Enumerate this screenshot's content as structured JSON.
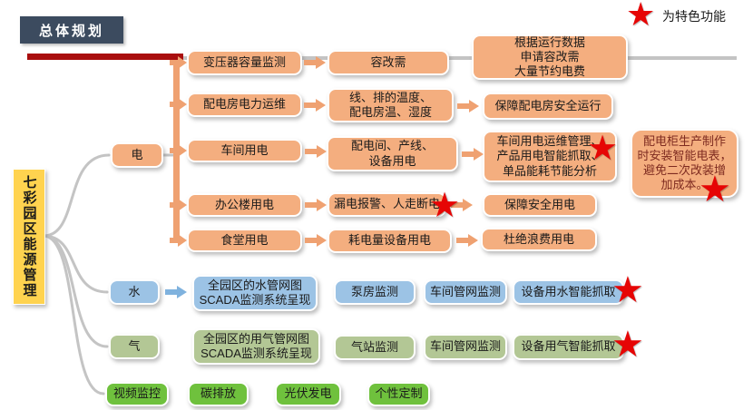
{
  "header": {
    "title": "总体规划"
  },
  "legend": {
    "label": "为特色功能"
  },
  "icons": {
    "star": "★"
  },
  "root": {
    "label": "七彩园区能源管理"
  },
  "branches": {
    "electric": {
      "label": "电",
      "rows": [
        {
          "c1": "变压器容量监测",
          "c2": "容改需",
          "c3": "根据运行数据\n申请容改需\n大量节约电费"
        },
        {
          "c1": "配电房电力运维",
          "c2": "线、排的温度、\n配电房温、湿度",
          "c3": "保障配电房安全运行"
        },
        {
          "c1": "车间用电",
          "c2": "配电间、产线、\n设备用电",
          "c3": "车间用电运维管理、\n产品用电智能抓取、\n单品能耗节能分析"
        },
        {
          "c1": "办公楼用电",
          "c2": "漏电报警、人走断电",
          "c3": "保障安全用电"
        },
        {
          "c1": "食堂用电",
          "c2": "耗电量设备用电",
          "c3": "杜绝浪费用电"
        }
      ],
      "note": "配电柜生产制作\n时安装智能电表，\n避免二次改装增\n加成本。"
    },
    "water": {
      "label": "水",
      "items": [
        "全园区的水管网图\nSCADA监测系统呈现",
        "泵房监测",
        "车间管网监测",
        "设备用水智能抓取"
      ]
    },
    "gas": {
      "label": "气",
      "items": [
        "全园区的用气管网图\nSCADA监测系统呈现",
        "气站监测",
        "车间管网监测",
        "设备用气智能抓取"
      ]
    },
    "video": {
      "label": "视频监控",
      "items": [
        "碳排放",
        "光伏发电",
        "个性定制"
      ]
    }
  },
  "colors": {
    "orange": "#F4AE7F",
    "orange_line": "#EFA171",
    "blue": "#9CC3E5",
    "blue_line": "#7FB2DE",
    "sage": "#B3C795",
    "green": "#6FC13D",
    "yellow": "#FFD34F",
    "navy": "#3C4B5F",
    "red_bar": "#A90E0E",
    "wire": "#C4C4C4",
    "star": "#E60505",
    "note_text": "#7E2B20"
  }
}
